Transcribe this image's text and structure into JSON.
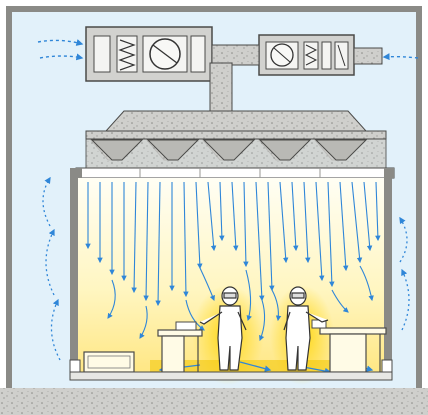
{
  "diagram": {
    "components": [
      {
        "name": "recirculation-air-handling-unit"
      },
      {
        "name": "make-up-air-handling-unit"
      },
      {
        "name": "supply-duct-plenum"
      },
      {
        "name": "hepa-filter-bank",
        "count": 5
      },
      {
        "name": "cleanroom-space"
      },
      {
        "name": "operator",
        "count": 2
      },
      {
        "name": "workbench",
        "count": 3
      },
      {
        "name": "raised-perforated-floor"
      }
    ],
    "colors": {
      "wall": "#8a8a86",
      "room_light": "#fffbd8",
      "room_warm": "#ffe98a",
      "turbulence": "#f3c500",
      "airflow": "#2f86d8",
      "outside_air": "#d6ecf8",
      "concrete": "#c9c9c6"
    }
  }
}
